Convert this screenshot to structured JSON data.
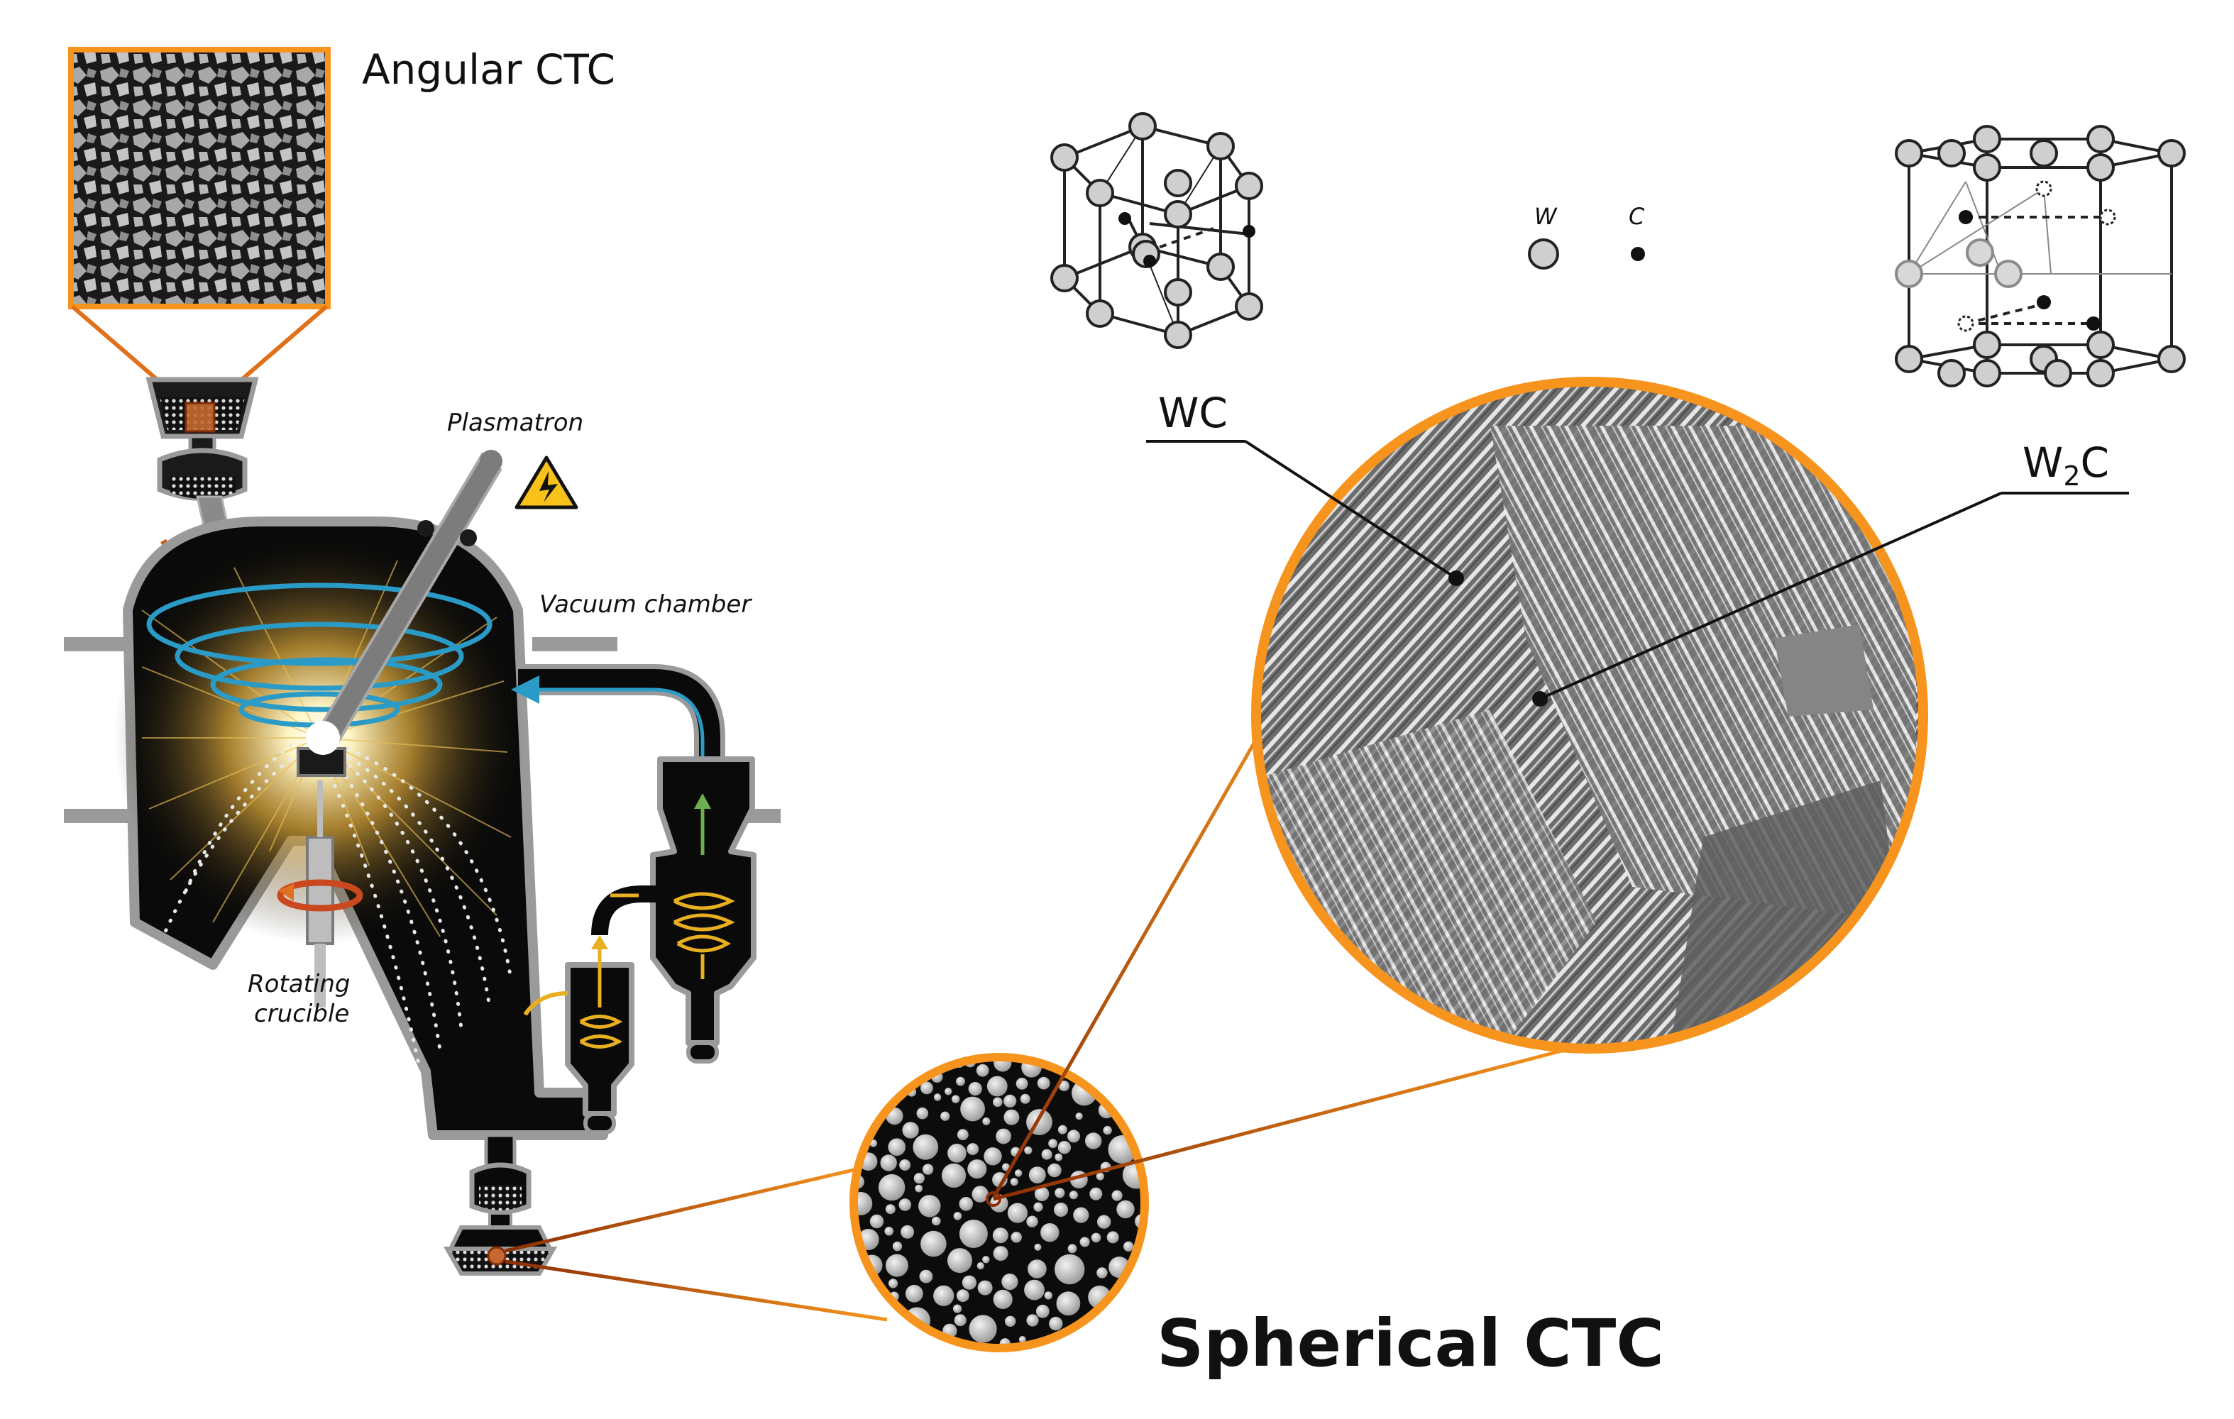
{
  "labels": {
    "angular": "Angular CTC",
    "spherical": "Spherical CTC",
    "plasmatron": "Plasmatron",
    "vacuum_chamber": "Vacuum chamber",
    "rotating_line1": "Rotating",
    "rotating_line2": "crucible",
    "wc": "WC",
    "w2c_w": "W",
    "w2c_sub": "2",
    "w2c_c": "C",
    "legend_w": "W",
    "legend_c": "C"
  },
  "colors": {
    "accent_orange": "#F7941D",
    "link_dark": "#8B2E05",
    "jet_blue": "#2A9BC7",
    "cyclone_yellow": "#E8B020",
    "arrow_green": "#6FAE4E",
    "chamber": "#0a0a0a",
    "shell": "#9a9a9a",
    "atom_fill": "#cfcfcf",
    "warning_yellow": "#F9C21B"
  },
  "icons": [
    "warning-high-voltage-icon",
    "rotation-arrow-icon",
    "feed-arrow-icon"
  ]
}
